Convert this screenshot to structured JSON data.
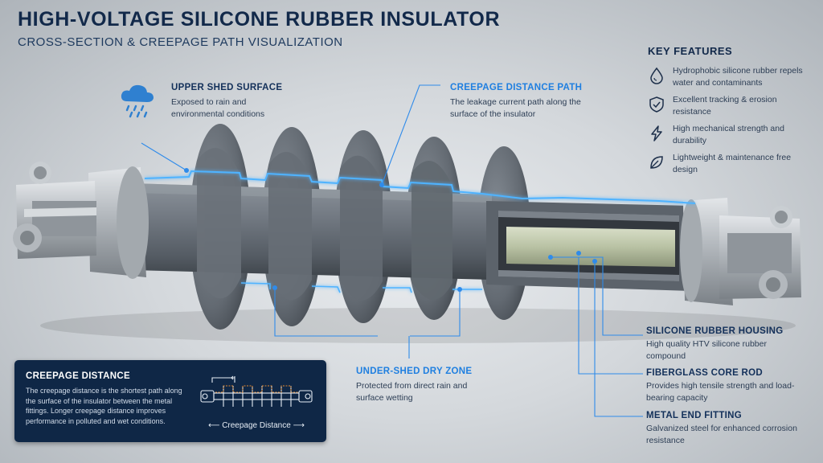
{
  "header": {
    "title": "HIGH-VOLTAGE SILICONE RUBBER INSULATOR",
    "subtitle": "CROSS-SECTION & CREEPAGE PATH VISUALIZATION"
  },
  "callouts": {
    "upper_shed": {
      "title": "UPPER SHED SURFACE",
      "desc": "Exposed to rain and environmental conditions",
      "icon": "rain-cloud-icon"
    },
    "creepage_path": {
      "title": "CREEPAGE DISTANCE PATH",
      "desc": "The leakage current path along the surface of the insulator"
    },
    "under_shed": {
      "title": "UNDER-SHED DRY ZONE",
      "desc": "Protected from direct rain and surface wetting"
    },
    "housing": {
      "title": "SILICONE RUBBER HOUSING",
      "desc": "High quality HTV silicone rubber compound"
    },
    "core_rod": {
      "title": "FIBERGLASS CORE ROD",
      "desc": "Provides high tensile strength and load-bearing capacity"
    },
    "end_fitting": {
      "title": "METAL END FITTING",
      "desc": "Galvanized steel for enhanced corrosion resistance"
    }
  },
  "key_features": {
    "heading": "KEY FEATURES",
    "items": [
      {
        "icon": "water-drop-icon",
        "text": "Hydrophobic silicone rubber repels water and contaminants"
      },
      {
        "icon": "shield-check-icon",
        "text": "Excellent tracking & erosion resistance"
      },
      {
        "icon": "lightning-icon",
        "text": "High mechanical strength and durability"
      },
      {
        "icon": "leaf-icon",
        "text": "Lightweight & maintenance free design"
      }
    ]
  },
  "creepage_box": {
    "title": "CREEPAGE DISTANCE",
    "text": "The creepage distance is the shortest path along the surface of the insulator between the metal fittings. Longer creepage distance improves performance in polluted and wet conditions.",
    "caption": "Creepage Distance"
  },
  "colors": {
    "navy": "#12294a",
    "accent_blue": "#1f7fe0",
    "glow_blue": "#4fb3ff",
    "rubber_gray": "#6c737b",
    "box_bg": "#0f2746"
  }
}
